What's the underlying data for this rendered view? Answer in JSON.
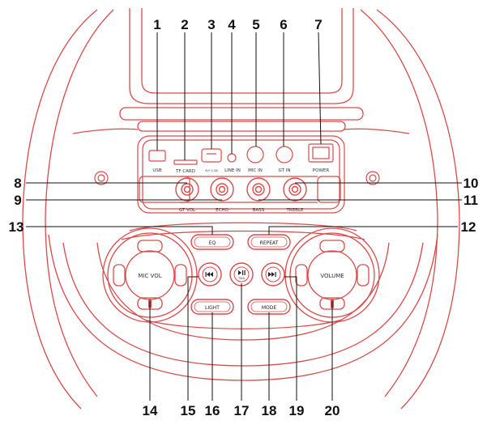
{
  "callouts": [
    "1",
    "2",
    "3",
    "4",
    "5",
    "6",
    "7",
    "8",
    "9",
    "10",
    "11",
    "12",
    "13",
    "14",
    "15",
    "16",
    "17",
    "18",
    "19",
    "20"
  ],
  "top_panel": {
    "usb": "USB",
    "tf_card": "TF CARD",
    "dc_input": "5V⎓1.5A",
    "line_in": "LINE IN",
    "mic_in": "MIC IN",
    "gt_in": "GT IN",
    "power": "POWER"
  },
  "knobs": {
    "gt_vol": "GT VOL",
    "echo": "ECHO",
    "bass": "BASS",
    "treble": "TREBLE"
  },
  "buttons": {
    "eq": "EQ",
    "repeat": "REPEAT",
    "light": "LIGHT",
    "mode": "MODE",
    "tws": "TWS"
  },
  "dials": {
    "mic_vol": "MIC VOL",
    "volume": "VOLUME"
  },
  "icons": {
    "prev": "previous-track-icon",
    "play": "play-pause-icon",
    "next": "next-track-icon"
  },
  "colors": {
    "outline": "#d94b4b",
    "text": "#111111"
  }
}
